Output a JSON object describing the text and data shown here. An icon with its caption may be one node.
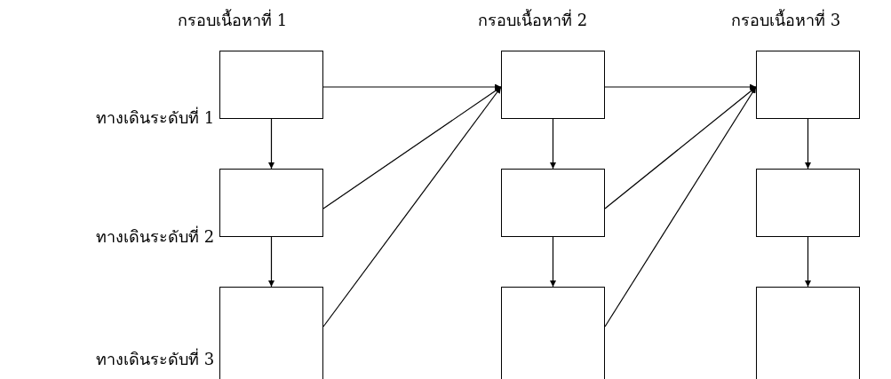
{
  "diagram": {
    "nodes": [
      {
        "text": [],
        "shape": "box"
      },
      {
        "text": [],
        "shape": "box"
      },
      {
        "text": [],
        "shape": "box"
      },
      {
        "text": [],
        "shape": "box"
      },
      {
        "text": [],
        "shape": "box"
      },
      {
        "text": [],
        "shape": "box"
      },
      {
        "text": [],
        "shape": "box"
      },
      {
        "text": [],
        "shape": "box"
      },
      {
        "text": [],
        "shape": "box"
      }
    ],
    "edges": [
      {
        "from": 0,
        "to": 1,
        "arrow": "to"
      },
      {
        "from": 1,
        "to": 2,
        "arrow": "to"
      },
      {
        "from": 0,
        "to": 3,
        "arrow": "to"
      },
      {
        "from": 3,
        "to": 6,
        "arrow": "to"
      },
      {
        "from": 1,
        "to": 4,
        "arrow": "to"
      },
      {
        "from": 4,
        "to": 7,
        "arrow": "to"
      },
      {
        "from": 2,
        "to": 5,
        "arrow": "to"
      },
      {
        "from": 5,
        "to": 8,
        "arrow": "to"
      },
      {
        "from": 3,
        "to": 1,
        "arrow": "to"
      },
      {
        "from": 6,
        "to": 1,
        "arrow": "to"
      },
      {
        "from": 4,
        "to": 2,
        "arrow": "to"
      },
      {
        "from": 7,
        "to": 2,
        "arrow": "to"
      }
    ],
    "labels": [
      "กรอบเนื้อหาที่ 1",
      "กรอบเนื้อหาที่ 2",
      "กรอบเนื้อหาที่ 3",
      "ทางเดินระดับที่ 1",
      "ทางเดินระดับที่ 2",
      "ทางเดินระดับที่ 3"
    ]
  }
}
